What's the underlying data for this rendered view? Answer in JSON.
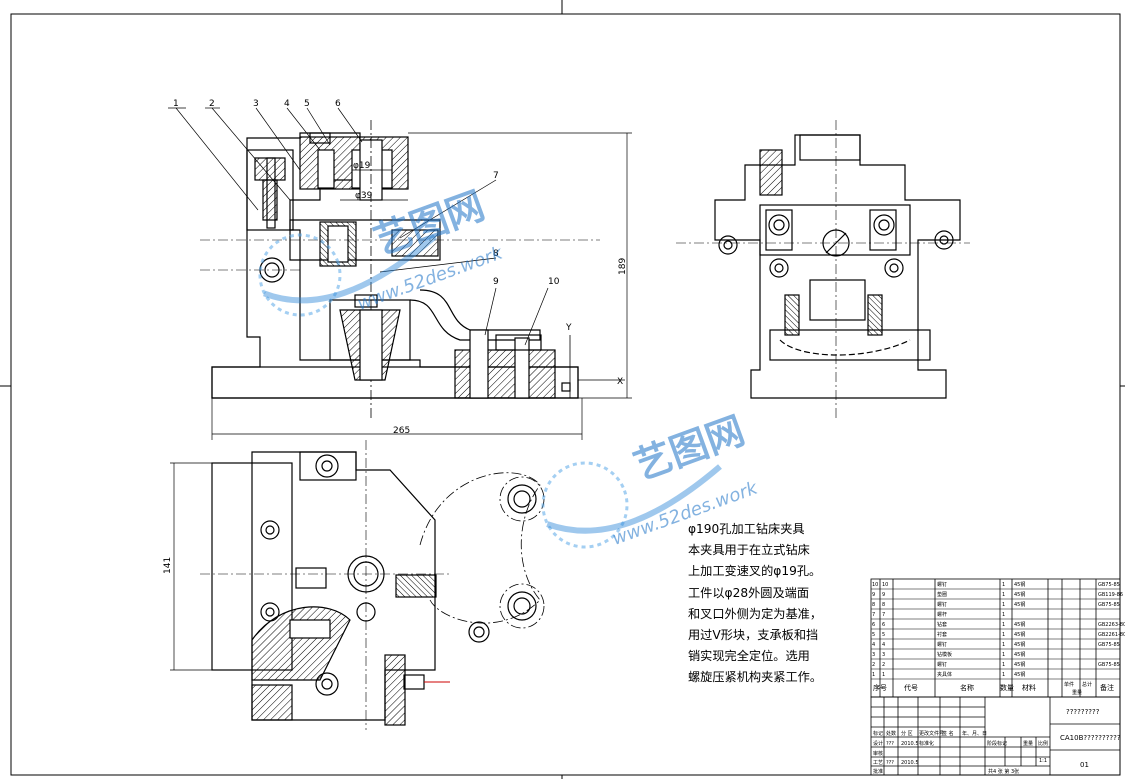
{
  "title": "φ190孔加工钻床夹具",
  "description_lines": [
    "本夹具用于在立式钻床",
    "上加工变速叉的φ19孔。",
    "工件以φ28外圆及端面",
    "和叉口外侧为定为基准，",
    "用过V形块，支承板和挡",
    "销实现完全定位。选用",
    "螺旋压紧机构夹紧工作。"
  ],
  "part_numbers": [
    "1",
    "2",
    "3",
    "4",
    "5",
    "6",
    "7",
    "8",
    "9",
    "10"
  ],
  "dimensions": {
    "height": "189",
    "width": "265",
    "depth": "141",
    "bore1": "φ19",
    "bore2": "φ39"
  },
  "axis_labels": {
    "x": "X",
    "y": "Y"
  },
  "watermark": {
    "brand": "艺图网",
    "url": "www.52des.work"
  },
  "bom": {
    "rows": [
      {
        "no": "10",
        "code": "10",
        "name": "螺钉",
        "qty": "1",
        "material": "45钢",
        "note": "GB75-85"
      },
      {
        "no": "9",
        "code": "9",
        "name": "垫圈",
        "qty": "1",
        "material": "45钢",
        "note": "GB119-86"
      },
      {
        "no": "8",
        "code": "8",
        "name": "螺钉",
        "qty": "1",
        "material": "45钢",
        "note": "GB75-85"
      },
      {
        "no": "7",
        "code": "7",
        "name": "螺杆",
        "qty": "1",
        "material": "",
        "note": ""
      },
      {
        "no": "6",
        "code": "6",
        "name": "钻套",
        "qty": "1",
        "material": "45钢",
        "note": "GB2263-80"
      },
      {
        "no": "5",
        "code": "5",
        "name": "衬套",
        "qty": "1",
        "material": "45钢",
        "note": "GB2261-80"
      },
      {
        "no": "4",
        "code": "4",
        "name": "螺钉",
        "qty": "1",
        "material": "45钢",
        "note": "GB75-85"
      },
      {
        "no": "3",
        "code": "3",
        "name": "钻模板",
        "qty": "1",
        "material": "45钢",
        "note": ""
      },
      {
        "no": "2",
        "code": "2",
        "name": "螺钉",
        "qty": "1",
        "material": "45钢",
        "note": "GB75-85"
      },
      {
        "no": "1",
        "code": "1",
        "name": "夹具体",
        "qty": "1",
        "material": "45钢",
        "note": ""
      }
    ],
    "headers": {
      "no": "序号",
      "code": "代号",
      "name": "名称",
      "qty": "数量",
      "material": "材料",
      "unit_mass": "单件",
      "total_mass": "总计",
      "mass": "重量",
      "note": "备注"
    }
  },
  "title_block": {
    "drawing_name": "?????????",
    "drawing_code": "CA10B??????????",
    "sheet_no": "01",
    "scale": "1:1",
    "sheets": "共4 张 第 3张",
    "row_labels": [
      "标记",
      "处数",
      "分 区",
      "更改文件号",
      "签 名",
      "年、月、日"
    ],
    "designer_label": "设计",
    "designer": "???",
    "date": "2010.5",
    "standard_label": "标准化",
    "check_label": "审核",
    "process_label": "工艺",
    "approve_label": "批准",
    "stage_label": "阶段标记",
    "weight_label": "重量",
    "scale_label": "比例"
  }
}
